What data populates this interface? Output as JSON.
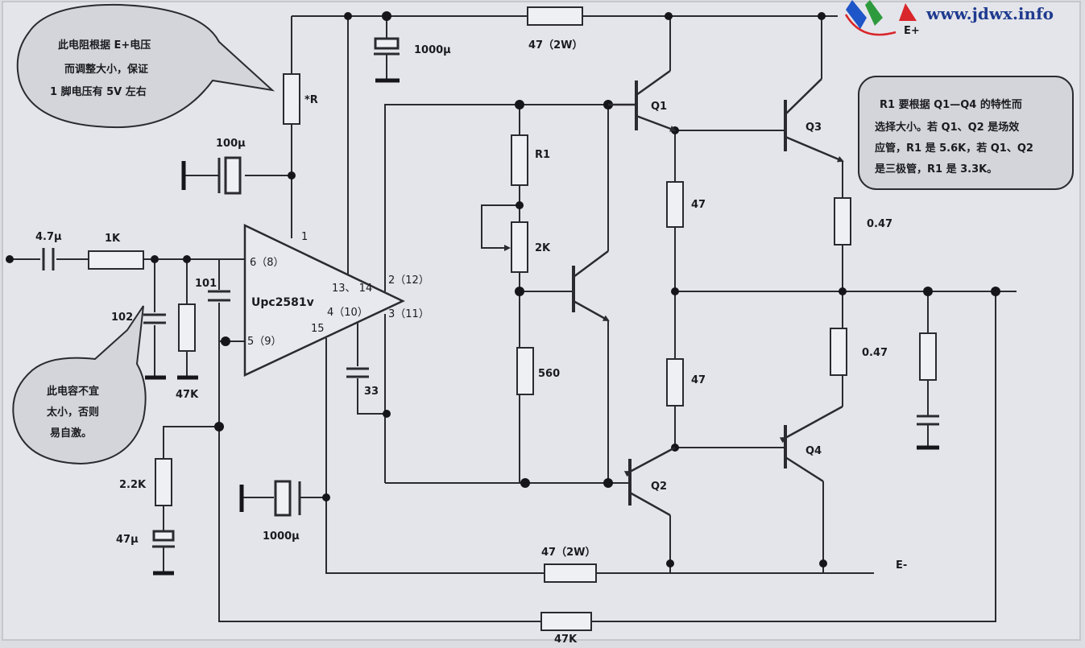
{
  "watermark": {
    "url": "www.jdwx.info"
  },
  "rails": {
    "positive": "E+",
    "negative": "E-"
  },
  "ic": {
    "name": "Upc2581v"
  },
  "pins": {
    "p1": "1",
    "p6": "6（8）",
    "p5": "5（9）",
    "p13": "13、 14",
    "p2": "2（12）",
    "p4": "4（10）",
    "p3": "3（11）",
    "p15": "15"
  },
  "components": {
    "c_in": "4.7μ",
    "r_in": "1K",
    "c_102": "102",
    "c_101": "101",
    "r_47k_in": "47K",
    "r_star": "*R",
    "c_100u": "100μ",
    "c_1000u_top": "1000μ",
    "r_47_2w_top": "47（2W）",
    "c_33": "33",
    "r1": "R1",
    "pot_2k": "2K",
    "r_560": "560",
    "r_47_a": "47",
    "r_47_b": "47",
    "r_047_a": "0.47",
    "r_047_b": "0.47",
    "r_2k2": "2.2K",
    "c_47u": "47μ",
    "c_1000u_bot": "1000μ",
    "r_47_2w_bot": "47（2W）",
    "r_47k_fb": "47K"
  },
  "transistors": {
    "q1": "Q1",
    "q2": "Q2",
    "q3": "Q3",
    "q4": "Q4"
  },
  "notes": {
    "top_left": [
      "此电阻根据 E+电压",
      "而调整大小，保证",
      "1 脚电压有 5V 左右"
    ],
    "bottom_left": [
      "此电容不宜",
      "太小，否则",
      "易自激。"
    ],
    "right": [
      "R1 要根据 Q1—Q4 的特性而",
      "选择大小。若 Q1、Q2 是场效",
      "应管，R1 是 5.6K，若 Q1、Q2",
      "是三极管，R1 是 3.3K。"
    ]
  },
  "colors": {
    "logo_blue": "#1e55c8",
    "logo_green": "#2e9a3e",
    "logo_red": "#d8262b"
  }
}
